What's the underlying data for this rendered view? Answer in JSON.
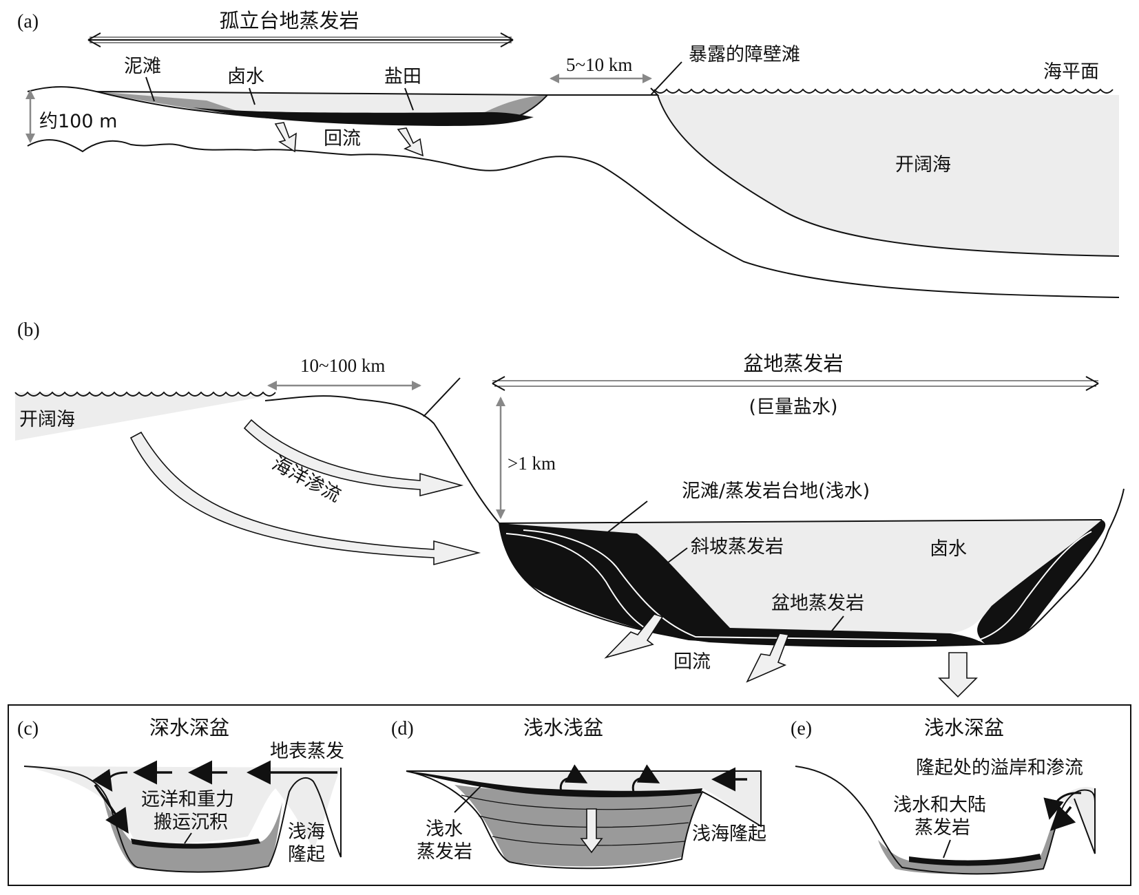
{
  "panel_a": {
    "tag": "(a)",
    "title": "孤立台地蒸发岩",
    "mudflat": "泥滩",
    "brine": "卤水",
    "salt_pan": "盐田",
    "depth": "约100 m",
    "reflux": "回流",
    "distance": "5~10 km",
    "barrier": "暴露的障壁滩",
    "sea_level": "海平面",
    "open_sea": "开阔海"
  },
  "panel_b": {
    "tag": "(b)",
    "distance": "10~100 km",
    "open_sea": "开阔海",
    "seepage": "海洋渗流",
    "title": "盆地蒸发岩",
    "subtitle": "(巨量盐水)",
    "depth": ">1 km",
    "platform": "泥滩/蒸发岩台地(浅水)",
    "slope": "斜坡蒸发岩",
    "brine": "卤水",
    "basin_evap": "盆地蒸发岩",
    "reflux": "回流"
  },
  "panel_c": {
    "tag": "(c)",
    "title": "深水深盆",
    "evaporation": "地表蒸发",
    "sediment_line1": "远洋和重力",
    "sediment_line2": "搬运沉积",
    "rise_line1": "浅海",
    "rise_line2": "隆起"
  },
  "panel_d": {
    "tag": "(d)",
    "title": "浅水浅盆",
    "evap_line1": "浅水",
    "evap_line2": "蒸发岩",
    "rise": "浅海隆起"
  },
  "panel_e": {
    "tag": "(e)",
    "title": "浅水深盆",
    "overflow": "隆起处的溢岸和渗流",
    "evap_line1": "浅水和大陆",
    "evap_line2": "蒸发岩"
  }
}
